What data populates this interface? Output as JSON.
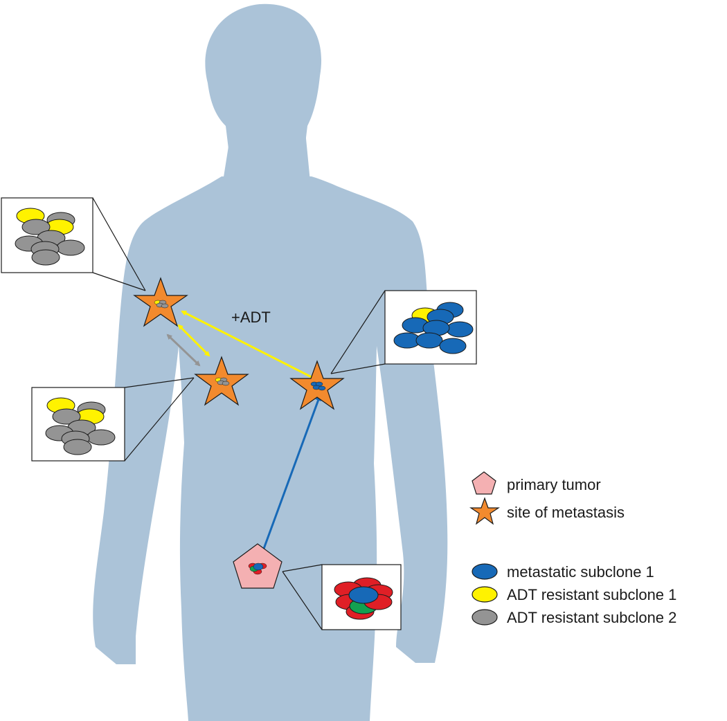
{
  "annotation": "+ADT",
  "legend": {
    "primary_tumor": "primary tumor",
    "metastasis": "site of metastasis",
    "subclone_metastatic": "metastatic subclone 1",
    "subclone_adt1": "ADT resistant subclone 1",
    "subclone_adt2": "ADT resistant subclone 2"
  },
  "colors": {
    "body": "#abc3d8",
    "star": "#f28a2e",
    "pentagon": "#f4b0b2",
    "blue": "#1769b7",
    "yellow": "#fff200",
    "gray": "#949494",
    "red": "#e01f26",
    "green": "#13a151"
  }
}
